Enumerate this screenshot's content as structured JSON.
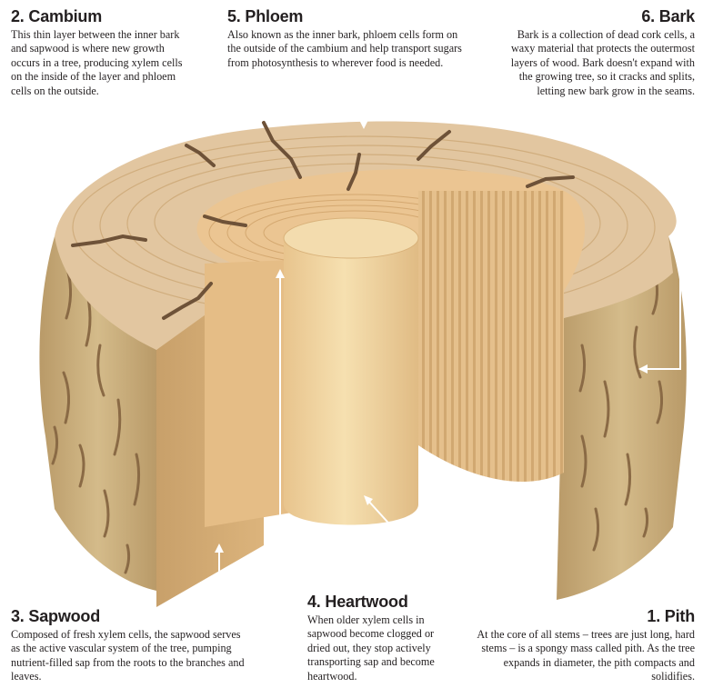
{
  "labels": {
    "cambium": {
      "title": "2. Cambium",
      "body": "This thin layer between the inner bark and sapwood is where new growth occurs in a tree, producing xylem cells on the inside of the layer and phloem cells on the outside."
    },
    "phloem": {
      "title": "5. Phloem",
      "body": "Also known as the inner bark, phloem cells form on the outside of the cambium and help transport sugars from photosynthesis to wherever food is needed."
    },
    "bark": {
      "title": "6. Bark",
      "body": "Bark is a collection of dead cork cells, a waxy material that protects the outermost layers of wood. Bark doesn't expand with the growing tree, so it cracks and splits, letting new bark grow in the seams."
    },
    "sapwood": {
      "title": "3. Sapwood",
      "body": "Composed of fresh xylem cells, the sapwood serves as the active vascular system of the tree, pumping nutrient-filled sap from the roots to the branches and leaves."
    },
    "heartwood": {
      "title": "4. Heartwood",
      "body": "When older xylem cells in sapwood become clogged or dried out, they stop actively transporting sap and become heartwood."
    },
    "pith": {
      "title": "1. Pith",
      "body": "At the core of all stems – trees are just long, hard stems – is a spongy mass called pith. As the tree expands in diameter, the pith compacts and solidifies."
    }
  },
  "colors": {
    "bark_outer": "#c9ae7f",
    "bark_dark": "#8a6a45",
    "top_face": "#e2c6a0",
    "inner_wood": "#ebc592",
    "heartwood": "#f1d7a3",
    "arrow": "#ffffff",
    "crack": "#6e5238"
  }
}
